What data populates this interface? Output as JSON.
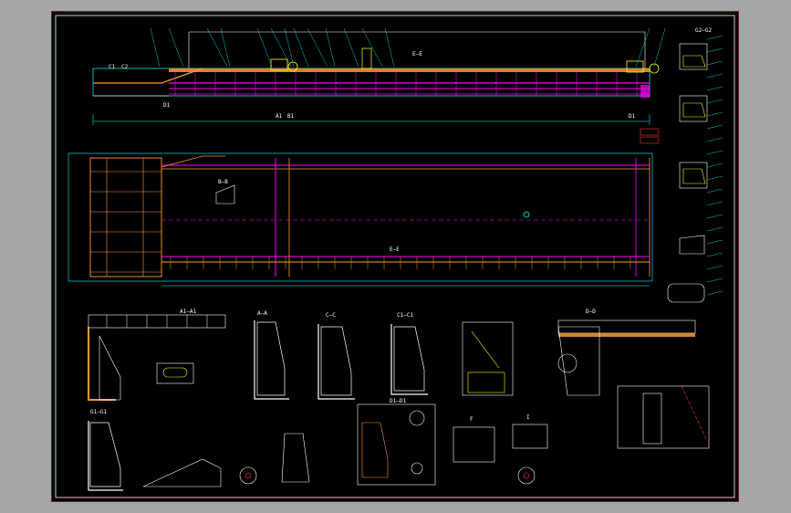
{
  "drawing": {
    "section_labels": {
      "view_ee_top": "E–E",
      "view_ee_mid": "E–E",
      "view_bb": "B–B",
      "view_cc": "C–C",
      "view_aa": "A–A",
      "view_dd": "D–D",
      "view_a1a1": "A1–A1",
      "view_c1c1": "C1–C1",
      "view_g1g1": "G1–G1",
      "view_g2g2": "G2–G2",
      "view_d1d1": "D1–D1",
      "view_f": "F",
      "view_i": "I"
    },
    "side_labels": {
      "top_c1": "C1",
      "top_c2": "C2",
      "top_d1": "D1",
      "top_a1": "A1",
      "top_b1": "B1",
      "right_d1": "D1"
    },
    "colors": {
      "sheet_background": "#000000",
      "cyan_lines": "#00ffff",
      "magenta_lines": "#ff00ff",
      "orange_lines": "#ff9933",
      "yellow_lines": "#ffff00",
      "white_lines": "#ffffff",
      "red_lines": "#ff3333",
      "frame_border": "#7a1a1a"
    }
  }
}
